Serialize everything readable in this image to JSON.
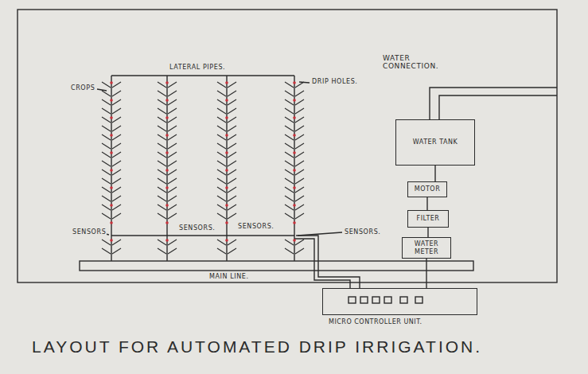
{
  "diagram": {
    "title": "LAYOUT FOR AUTOMATED DRIP IRRIGATION.",
    "nodes": [
      {
        "text": [
          "WATER TANK"
        ]
      },
      {
        "text": [
          "MOTOR"
        ]
      },
      {
        "text": [
          "FILTER"
        ]
      },
      {
        "text": [
          "WATER METER"
        ]
      },
      {
        "text": [
          "MICRO CONTROLLER UNIT."
        ]
      }
    ],
    "edges": [
      {
        "from": 0,
        "to": 1,
        "arrow": "none"
      },
      {
        "from": 1,
        "to": 2,
        "arrow": "none"
      },
      {
        "from": 2,
        "to": 3,
        "arrow": "none"
      },
      {
        "from": 3,
        "to": 4,
        "arrow": "none"
      }
    ],
    "labels": [
      "CROPS",
      "LATERAL PIPES.",
      "DRIP HOLES.",
      "WATER CONNECTION.",
      "SENSORS",
      "SENSORS.",
      "SENSORS.",
      "SENSORS.",
      "MAIN LINE."
    ]
  }
}
